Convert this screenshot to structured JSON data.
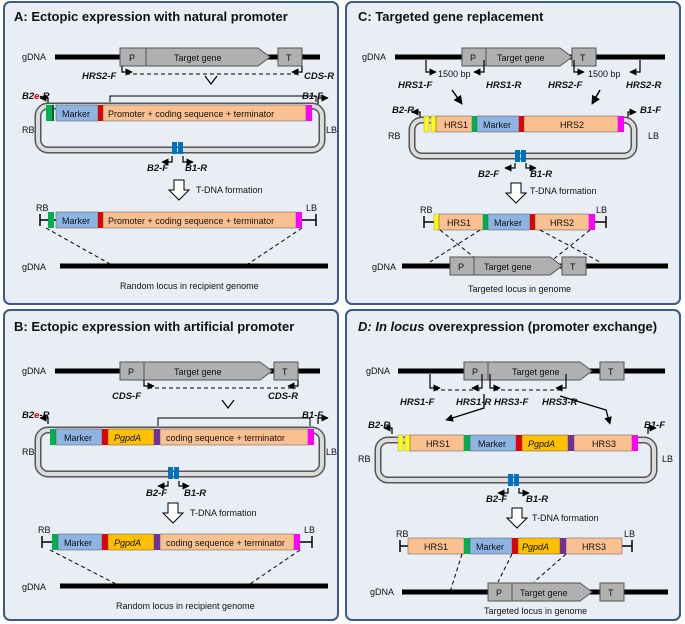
{
  "panels": {
    "A": {
      "title": "A: Ectopic expression with natural promoter",
      "gdna": "gDNA",
      "promoter": "P",
      "target": "Target gene",
      "terminator": "T",
      "primer_left": "HRS2-F",
      "primer_right": "CDS-R",
      "b2_prefix": "B2",
      "b2_e": "e",
      "b2_suffix": "-R",
      "b1f": "B1-F",
      "rb": "RB",
      "lb": "LB",
      "marker": "Marker",
      "cassette": "Promoter + coding sequence + terminator",
      "b2f": "B2-F",
      "b1r": "B1-R",
      "tdna": "T-DNA formation",
      "locus": "Random locus in recipient genome"
    },
    "B": {
      "title": "B: Ectopic expression with artificial promoter",
      "gdna": "gDNA",
      "promoter": "P",
      "target": "Target gene",
      "terminator": "T",
      "primer_left": "CDS-F",
      "primer_right": "CDS-R",
      "b2_prefix": "B2",
      "b2_e": "e",
      "b2_suffix": "-R",
      "b1f": "B1-F",
      "rb": "RB",
      "lb": "LB",
      "marker": "Marker",
      "pgpda": "PgpdA",
      "cassette": "coding sequence + terminator",
      "b2f": "B2-F",
      "b1r": "B1-R",
      "tdna": "T-DNA formation",
      "locus": "Random locus in recipient genome"
    },
    "C": {
      "title": "C: Targeted gene replacement",
      "gdna": "gDNA",
      "promoter": "P",
      "target": "Target gene",
      "terminator": "T",
      "hrs1f": "HRS1-F",
      "hrs1r": "HRS1-R",
      "hrs2f": "HRS2-F",
      "hrs2r": "HRS2-R",
      "bp": "1500 bp",
      "b2r": "B2-R",
      "b1f": "B1-F",
      "rb": "RB",
      "lb": "LB",
      "hrs1": "HRS1",
      "marker": "Marker",
      "hrs2": "HRS2",
      "b2f": "B2-F",
      "b1r": "B1-R",
      "tdna": "T-DNA formation",
      "locus": "Targeted locus in genome"
    },
    "D": {
      "title_prefix": "D: ",
      "title_italic": "In locus",
      "title_suffix": " overexpression (promoter exchange)",
      "gdna": "gDNA",
      "promoter": "P",
      "target": "Target gene",
      "terminator": "T",
      "hrs1f": "HRS1-F",
      "hrs1r": "HRS1-R",
      "hrs3f": "HRS3-F",
      "hrs3r": "HRS3-R",
      "b2r": "B2-R",
      "b1f": "B1-F",
      "rb": "RB",
      "lb": "LB",
      "hrs1": "HRS1",
      "marker": "Marker",
      "pgpda": "PgpdA",
      "hrs3": "HRS3",
      "b2f": "B2-F",
      "b1r": "B1-R",
      "tdna": "T-DNA formation",
      "locus": "Targeted locus in genome"
    }
  },
  "colors": {
    "panel_bg": "#e9edf4",
    "panel_border": "#3b5a85",
    "gene_fill": "#b0b0b0",
    "marker_fill": "#8eb4e3",
    "cassette_fill": "#fac090",
    "pgpda_fill": "#ffc000",
    "green": "#00b050",
    "red": "#e00000",
    "purple": "#7030a0",
    "magenta": "#ff00ff",
    "yellow": "#ffff00",
    "blue": "#0070c0",
    "dna": "#000000"
  }
}
